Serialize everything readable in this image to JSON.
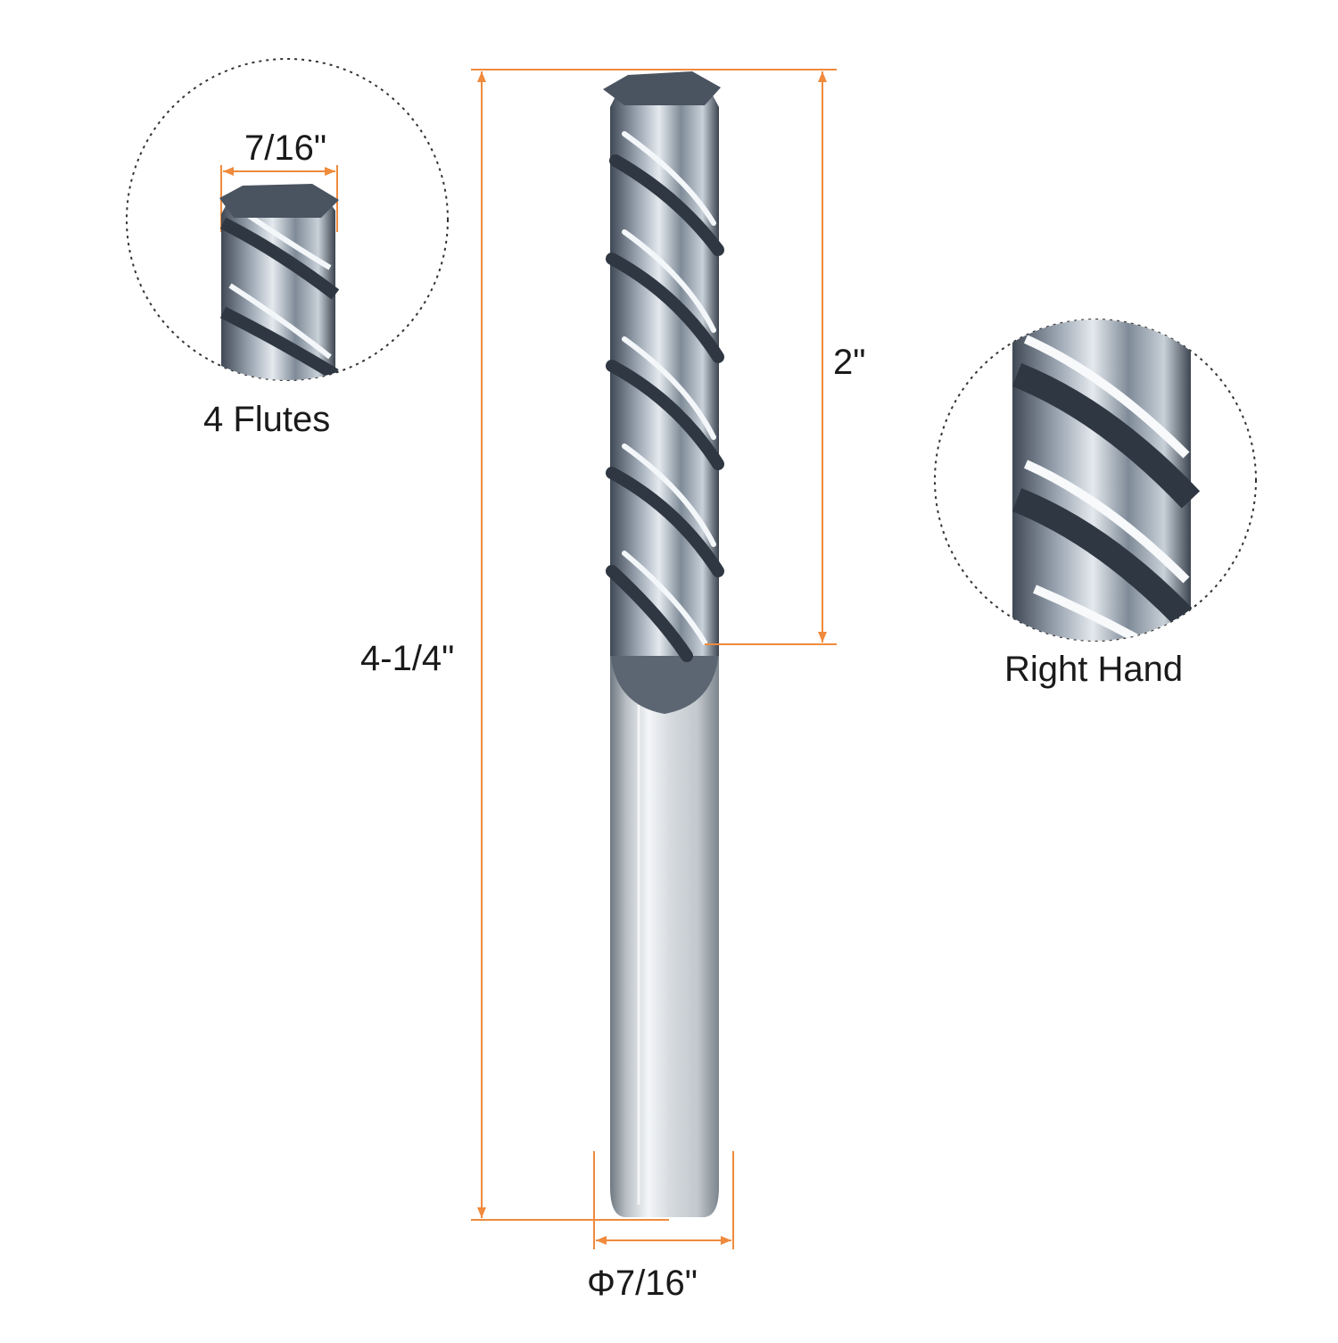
{
  "labels": {
    "flute_diameter": "7/16\"",
    "flute_count": "4 Flutes",
    "flute_length": "2\"",
    "overall_length": "4-1/4\"",
    "helix": "Right Hand",
    "shank_diameter": "Φ7/16\""
  },
  "colors": {
    "dimension_line": "#f08a3c",
    "steel_dark": "#3a4350",
    "steel_mid": "#8e99a6",
    "steel_light": "#eef1f4",
    "shank_mid": "#c3c8cd"
  }
}
